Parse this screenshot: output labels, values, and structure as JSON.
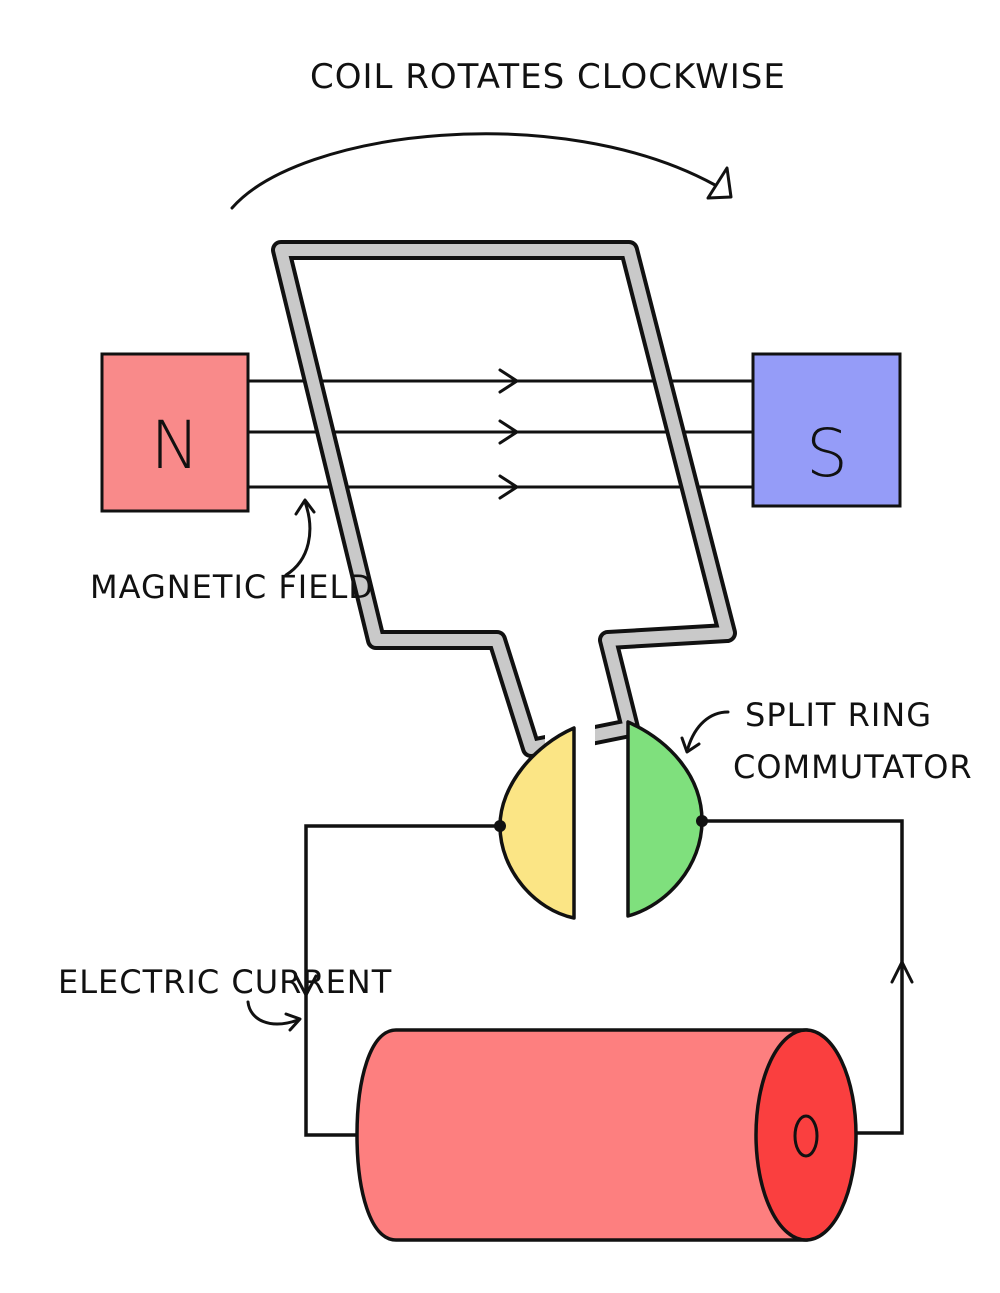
{
  "labels": {
    "rotation": "COIL ROTATES  CLOCKWISE",
    "magnetic_field": "MAGNETIC FIELD",
    "commutator_line1": "SPLIT RING",
    "commutator_line2": "COMMUTATOR",
    "current": "ELECTRIC CURRENT"
  },
  "magnets": {
    "north": {
      "label": "N",
      "color": "#f98a8a"
    },
    "south": {
      "label": "S",
      "color": "#959cf8"
    }
  },
  "colors": {
    "coil": "#c9c9c9",
    "commutator_left": "#fbe585",
    "commutator_right": "#7fe07d",
    "battery_body": "#fd7f7f",
    "battery_cap": "#fa3f3f",
    "ink": "#111111"
  }
}
